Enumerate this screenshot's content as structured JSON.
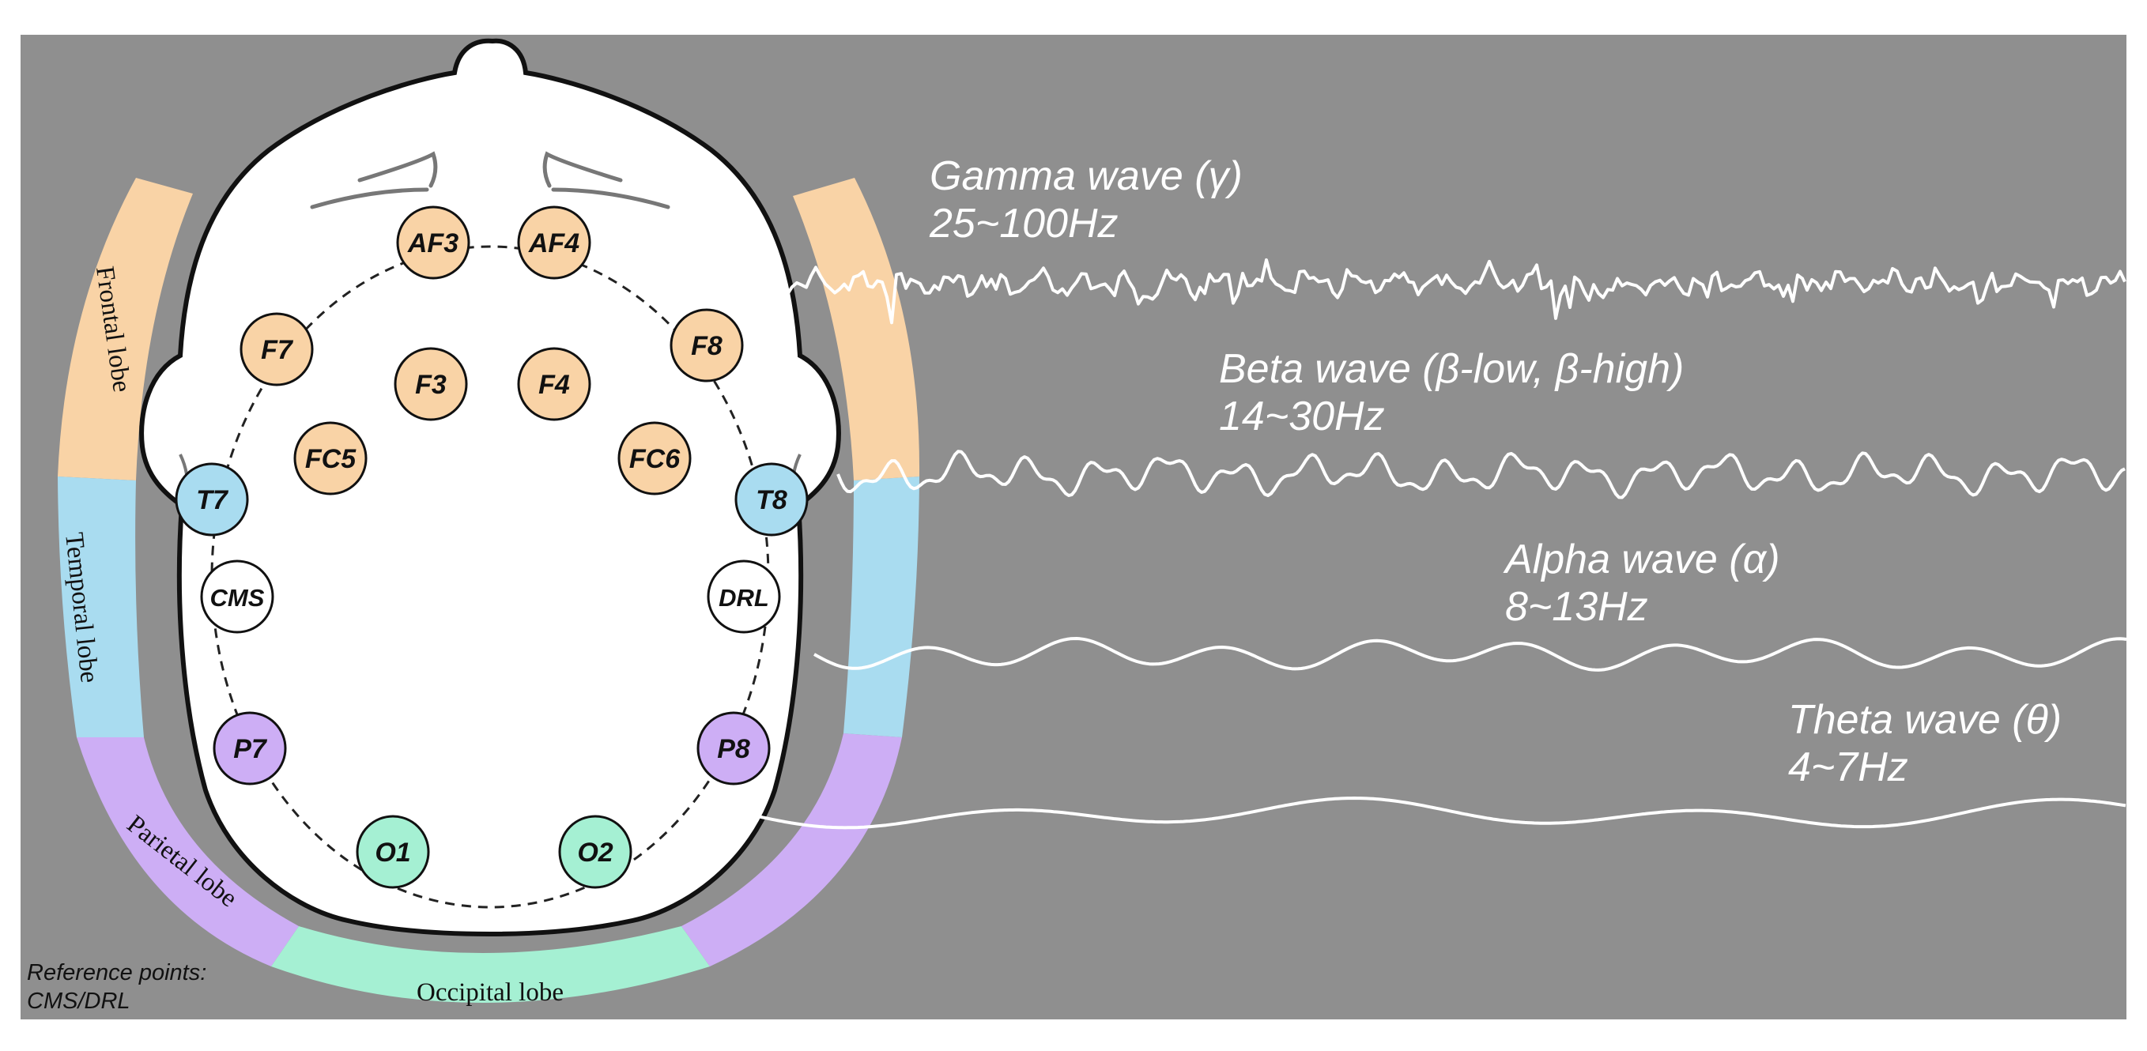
{
  "colors": {
    "background": "#8f8f8f",
    "head_fill": "#ffffff",
    "frontal": "#f9d3a6",
    "temporal": "#a9dcf0",
    "parietal": "#cdaef5",
    "occipital": "#a5f0d3",
    "reference": "#ffffff",
    "wave": "#ffffff"
  },
  "lobes": [
    {
      "id": "frontal",
      "label": "Frontal lobe"
    },
    {
      "id": "temporal",
      "label": "Temporal lobe"
    },
    {
      "id": "parietal",
      "label": "Parietal lobe"
    },
    {
      "id": "occipital",
      "label": "Occipital lobe"
    }
  ],
  "electrodes": [
    {
      "label": "AF3",
      "lobe": "frontal"
    },
    {
      "label": "AF4",
      "lobe": "frontal"
    },
    {
      "label": "F7",
      "lobe": "frontal"
    },
    {
      "label": "F8",
      "lobe": "frontal"
    },
    {
      "label": "F3",
      "lobe": "frontal"
    },
    {
      "label": "F4",
      "lobe": "frontal"
    },
    {
      "label": "FC5",
      "lobe": "frontal"
    },
    {
      "label": "FC6",
      "lobe": "frontal"
    },
    {
      "label": "T7",
      "lobe": "temporal"
    },
    {
      "label": "T8",
      "lobe": "temporal"
    },
    {
      "label": "CMS",
      "lobe": "reference"
    },
    {
      "label": "DRL",
      "lobe": "reference"
    },
    {
      "label": "P7",
      "lobe": "parietal"
    },
    {
      "label": "P8",
      "lobe": "parietal"
    },
    {
      "label": "O1",
      "lobe": "occipital"
    },
    {
      "label": "O2",
      "lobe": "occipital"
    }
  ],
  "waves": [
    {
      "name": "Gamma wave (γ)",
      "band": "25~100Hz"
    },
    {
      "name": "Beta wave (β-low, β-high)",
      "band": "14~30Hz"
    },
    {
      "name": "Alpha wave (α)",
      "band": "8~13Hz"
    },
    {
      "name": "Theta wave (θ)",
      "band": "4~7Hz"
    }
  ],
  "reference_note": {
    "line1": "Reference points:",
    "line2": "CMS/DRL"
  }
}
